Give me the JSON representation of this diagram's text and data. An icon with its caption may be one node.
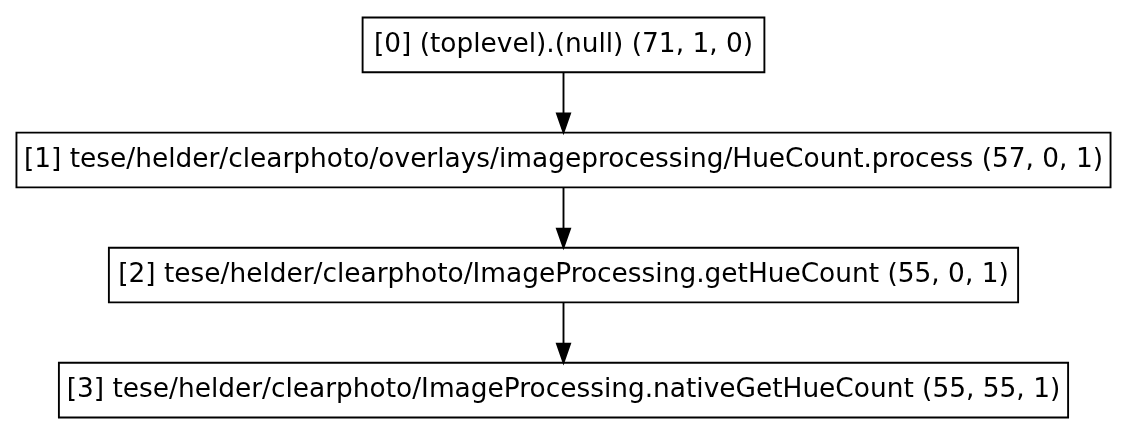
{
  "diagram": {
    "nodes": [
      {
        "text": [
          "[0] (toplevel).(null) (71, 1, 0)"
        ]
      },
      {
        "text": [
          "[1] tese/helder/clearphoto/overlays/imageprocessing/HueCount.process (57, 0, 1)"
        ]
      },
      {
        "text": [
          "[2] tese/helder/clearphoto/ImageProcessing.getHueCount (55, 0, 1)"
        ]
      },
      {
        "text": [
          "[3] tese/helder/clearphoto/ImageProcessing.nativeGetHueCount (55, 55, 1)"
        ]
      }
    ],
    "edges": [
      {
        "from": 0,
        "to": 1,
        "arrow": "to"
      },
      {
        "from": 1,
        "to": 2,
        "arrow": "to"
      },
      {
        "from": 2,
        "to": 3,
        "arrow": "to"
      }
    ]
  }
}
